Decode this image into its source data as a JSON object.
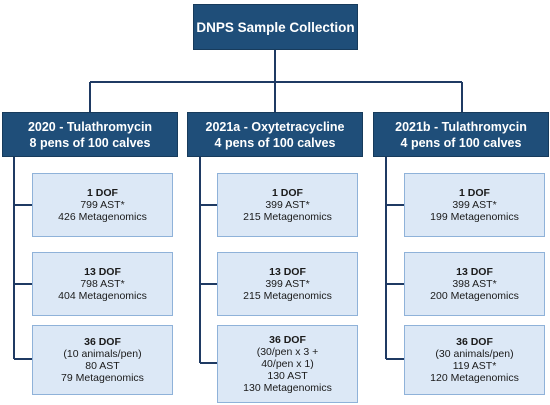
{
  "root": {
    "title": "DNPS Sample Collection"
  },
  "groups": [
    {
      "title": "2020 - Tulathromycin",
      "subtitle": "8 pens of 100 calves",
      "items": [
        {
          "day": "1 DOF",
          "lines": [
            "799 AST*",
            "426  Metagenomics"
          ]
        },
        {
          "day": "13 DOF",
          "lines": [
            "798 AST*",
            "404 Metagenomics"
          ]
        },
        {
          "day": "36 DOF",
          "lines": [
            "(10 animals/pen)",
            "80 AST",
            "79 Metagenomics"
          ]
        }
      ]
    },
    {
      "title": "2021a - Oxytetracycline",
      "subtitle": "4 pens of 100 calves",
      "items": [
        {
          "day": "1 DOF",
          "lines": [
            "399 AST*",
            "215  Metagenomics"
          ]
        },
        {
          "day": "13 DOF",
          "lines": [
            "399 AST*",
            "215 Metagenomics"
          ]
        },
        {
          "day": "36 DOF",
          "lines": [
            "(30/pen x 3 +",
            "40/pen x 1)",
            "130 AST",
            "130 Metagenomics"
          ]
        }
      ]
    },
    {
      "title": "2021b - Tulathromycin",
      "subtitle": "4 pens of 100 calves",
      "items": [
        {
          "day": "1 DOF",
          "lines": [
            "399 AST*",
            "199  Metagenomics"
          ]
        },
        {
          "day": "13 DOF",
          "lines": [
            "398 AST*",
            "200 Metagenomics"
          ]
        },
        {
          "day": "36 DOF",
          "lines": [
            "(30 animals/pen)",
            "119 AST*",
            "120 Metagenomics"
          ]
        }
      ]
    }
  ]
}
